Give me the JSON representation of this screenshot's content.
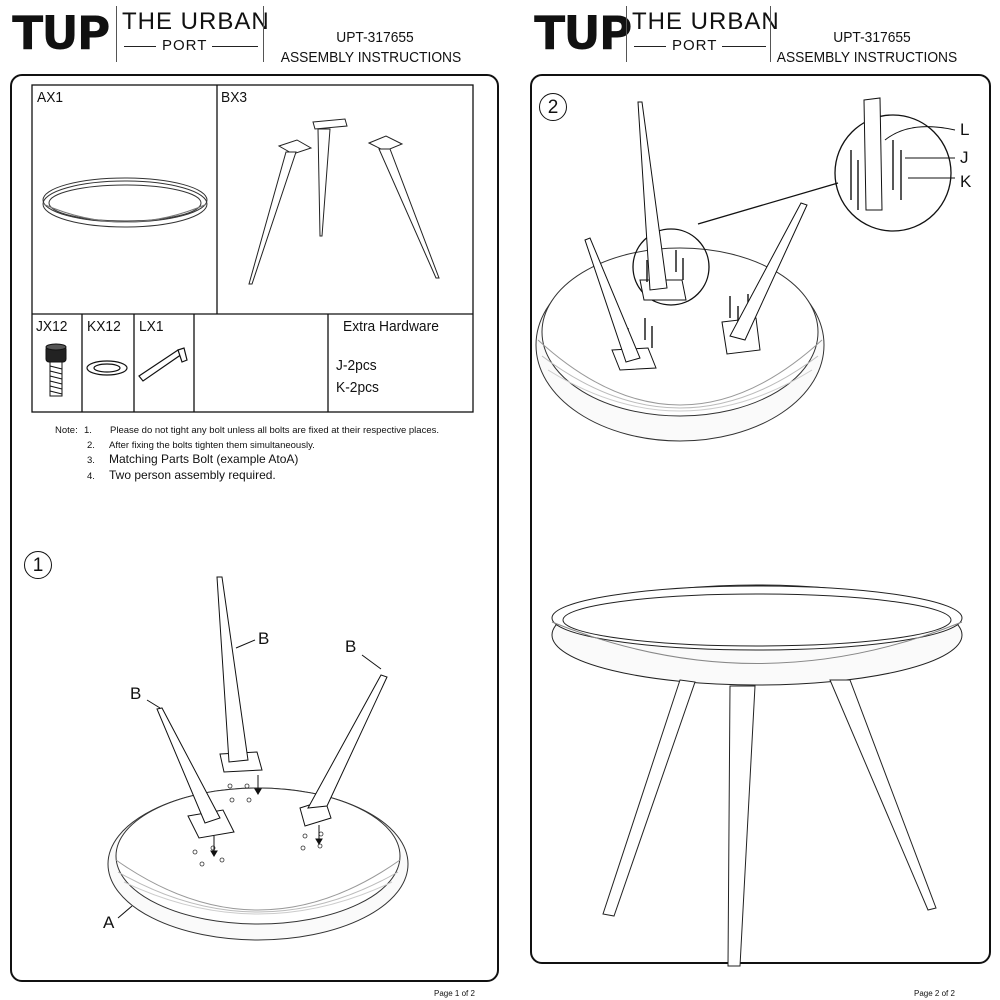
{
  "header": {
    "logo_mark": "TUP",
    "brand_top": "THE URBAN",
    "brand_bottom": "PORT",
    "product_code": "UPT-317655",
    "doc_title": "ASSEMBLY INSTRUCTIONS"
  },
  "parts": {
    "ax": "AX1",
    "bx": "BX3",
    "jx": "JX12",
    "kx": "KX12",
    "lx": "LX1",
    "extra_title": "Extra Hardware",
    "extra_j": "J-2pcs",
    "extra_k": "K-2pcs"
  },
  "notes": {
    "label": "Note:",
    "items": [
      {
        "num": "1.",
        "text": "Please do not tight any bolt unless all bolts are fixed at their respective places."
      },
      {
        "num": "2.",
        "text": "After fixing the bolts tighten them simultaneously."
      },
      {
        "num": "3.",
        "text": "Matching Parts Bolt (example AtoA)"
      },
      {
        "num": "4.",
        "text": "Two person assembly required."
      }
    ]
  },
  "step1": {
    "number": "1",
    "callout_b": "B",
    "callout_a": "A"
  },
  "step2": {
    "number": "2",
    "callout_l": "L",
    "callout_j": "J",
    "callout_k": "K"
  },
  "footer": {
    "page1": "Page 1 of 2",
    "page2": "Page 2 of 2"
  }
}
